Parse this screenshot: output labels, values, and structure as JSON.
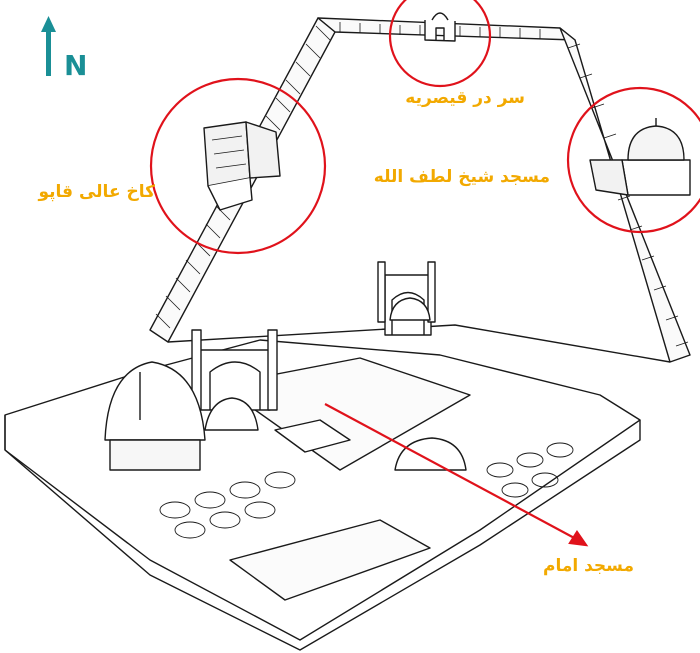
{
  "north": {
    "letter": "N",
    "color": "#1a8f96"
  },
  "annotation_color": "#e0121b",
  "label_color": "#f2a900",
  "labels": {
    "sardar_qeysarieh": "سر در قیصریه",
    "sheikh_lotfollah": "مسجد شیخ لطف الله",
    "ali_qapu": "کاخ عالی قاپو",
    "imam_mosque": "مسجد امام"
  }
}
